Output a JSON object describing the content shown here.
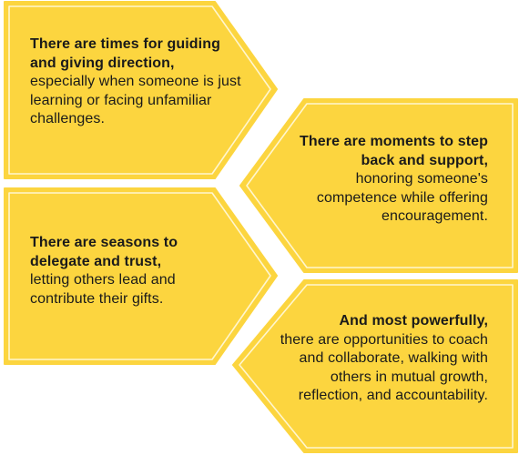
{
  "colors": {
    "fill": "#FCD53F",
    "border": "#FCD53F",
    "inner_line": "#FFF6CF",
    "text": "#1a1a1a"
  },
  "cards": [
    {
      "bold": "There are times for guiding and giving direction,",
      "text": "especially when someone is just learning or facing unfamiliar challenges."
    },
    {
      "bold": "There are moments to step back and support,",
      "text": "honoring someone's competence while offering encouragement."
    },
    {
      "bold": "There are seasons to delegate and trust,",
      "text": "letting others lead and contribute their gifts."
    },
    {
      "bold": "And most powerfully,",
      "text": "there are opportunities to coach and collaborate, walking with others in mutual growth, reflection, and accountability."
    }
  ]
}
